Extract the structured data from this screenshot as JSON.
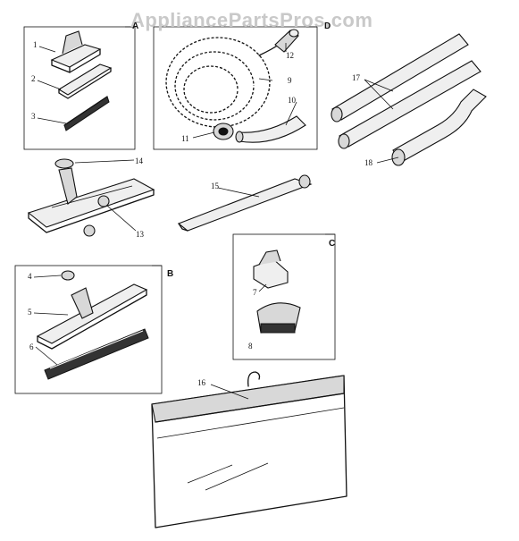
{
  "watermark": "AppliancePartsPros.com",
  "groups": {
    "a": "A",
    "b": "B",
    "c": "C",
    "d": "D"
  },
  "callouts": {
    "p1": "1",
    "p2": "2",
    "p3": "3",
    "p4": "4",
    "p5": "5",
    "p6": "6",
    "p7": "7",
    "p8": "8",
    "p9": "9",
    "p10": "10",
    "p11": "11",
    "p12": "12",
    "p13": "13",
    "p14": "14",
    "p15": "15",
    "p16": "16",
    "p17": "17",
    "p18": "18"
  }
}
